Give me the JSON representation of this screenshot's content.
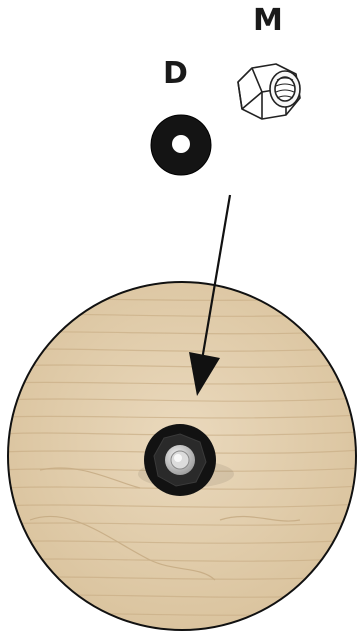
{
  "labels": {
    "nut": "M",
    "washer": "D"
  },
  "icons": {
    "nut": "hex-lock-nut-icon",
    "washer": "flat-washer-icon",
    "arrow": "arrow-down-icon",
    "panel": "round-wood-panel",
    "fastener": "installed-nut-and-washer"
  },
  "colors": {
    "wood_light": "#e6d4b6",
    "wood_grain": "#c9ae86",
    "outline": "#111111",
    "washer": "#141414"
  }
}
